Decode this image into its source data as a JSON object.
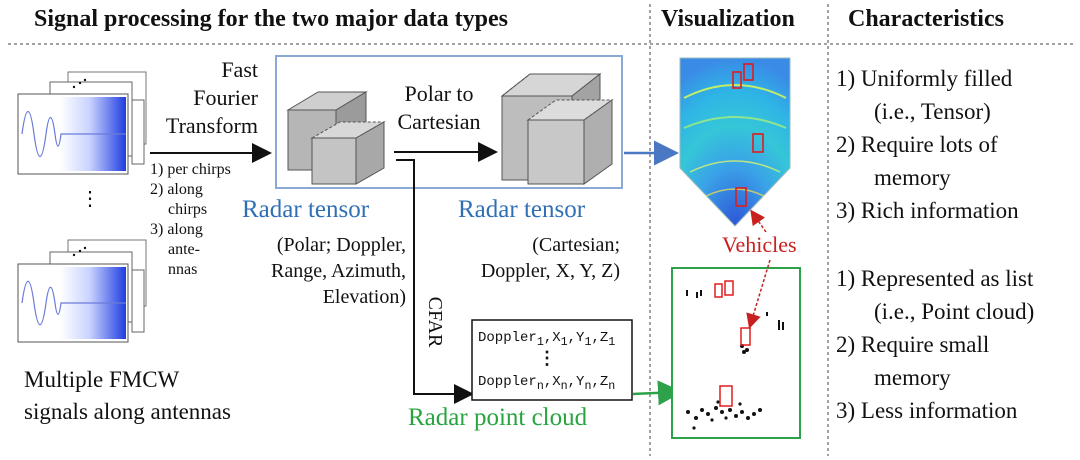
{
  "headers": {
    "signal": "Signal processing for the two major data types",
    "visualization": "Visualization",
    "characteristics": "Characteristics"
  },
  "fft": {
    "title_l1": "Fast",
    "title_l2": "Fourier",
    "title_l3": "Transform",
    "step1": "1) per chirps",
    "step2_l1": "2) along",
    "step2_l2": "chirps",
    "step3_l1": "3) along",
    "step3_l2": "ante-",
    "step3_l3": "nnas"
  },
  "signals": {
    "ellipsis": "⋮",
    "caption_l1": "Multiple FMCW",
    "caption_l2": "signals along antennas"
  },
  "conversion": {
    "l1": "Polar to",
    "l2": "Cartesian"
  },
  "tensor_polar": {
    "title": "Radar tensor",
    "d1": "(Polar; Doppler,",
    "d2": "Range, Azimuth,",
    "d3": "Elevation)"
  },
  "tensor_cart": {
    "title": "Radar tensor",
    "d1": "(Cartesian;",
    "d2": "Doppler, X, Y, Z)"
  },
  "cfar": {
    "label": "CFAR"
  },
  "point_list": {
    "row1": {
      "base": "Doppler",
      "s1": "1",
      "x": "X",
      "s2": "1",
      "y": "Y",
      "s3": "1",
      "z": "Z",
      "s4": "1"
    },
    "dots": "⋮",
    "row2": {
      "base": "Doppler",
      "s1": "n",
      "x": "X",
      "s2": "n",
      "y": "Y",
      "s3": "n",
      "z": "Z",
      "s4": "n"
    }
  },
  "point_cloud": {
    "title": "Radar point cloud"
  },
  "vehicles": {
    "label": "Vehicles"
  },
  "characteristics_tensor": [
    "1) Uniformly filled",
    "(i.e., Tensor)",
    "2) Require lots of",
    "memory",
    "3) Rich information"
  ],
  "characteristics_points": [
    "1) Represented as list",
    "(i.e., Point cloud)",
    "2) Require small",
    "memory",
    "3) Less information"
  ],
  "colors": {
    "blue_text": "#2f6fb6",
    "green_text": "#26a53f",
    "red_label": "#c8201e",
    "tensor_box": "#8aa9d6",
    "cloud_box": "#2ea24a"
  }
}
